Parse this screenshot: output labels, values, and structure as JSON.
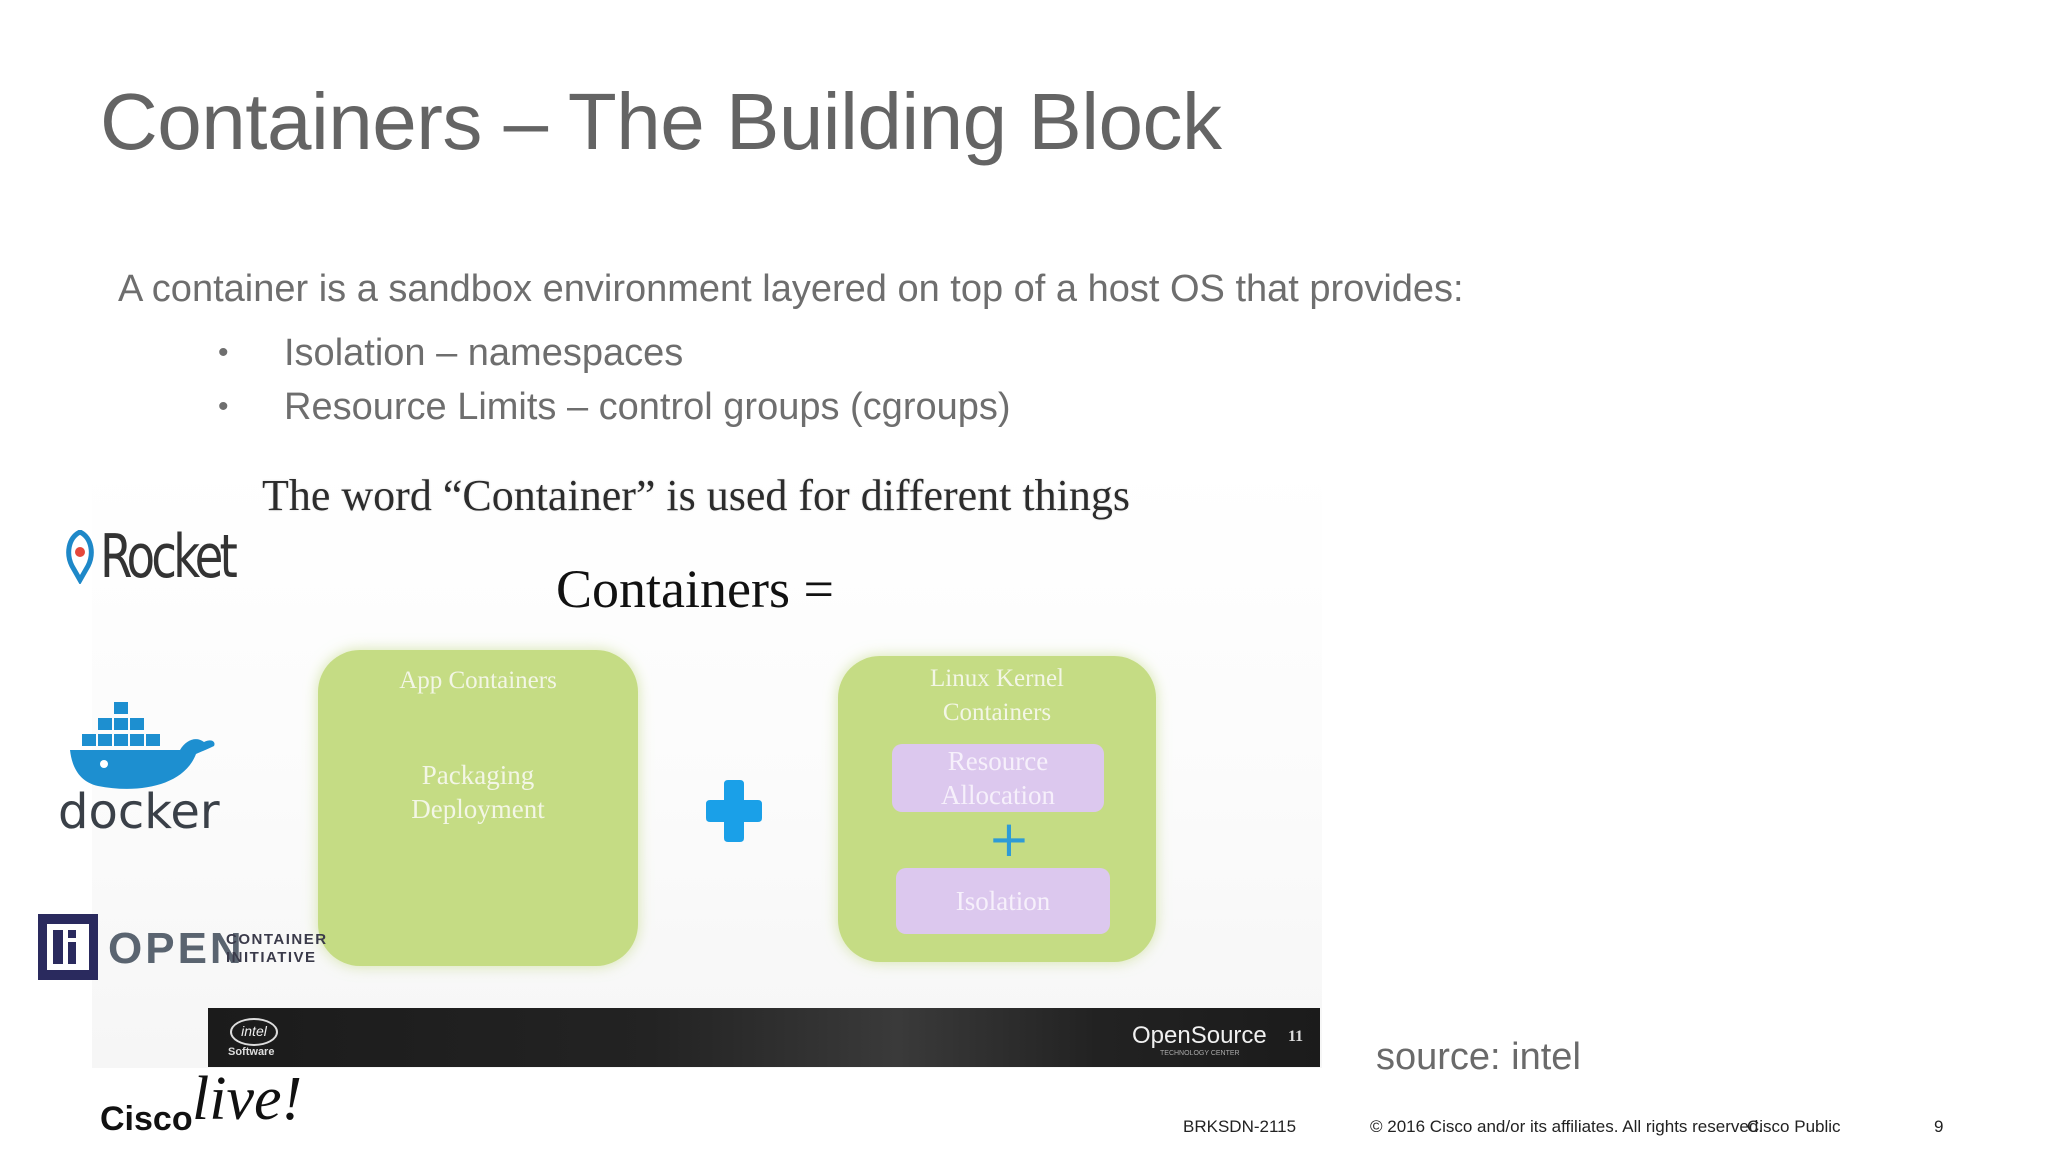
{
  "title": "Containers – The Building Block",
  "intro": "A container is a sandbox environment layered on top of a host OS that provides:",
  "bullets": [
    "Isolation – namespaces",
    "Resource Limits – control groups (cgroups)"
  ],
  "bullet_glyph": "•",
  "embedded_slide": {
    "heading": "The word “Container” is used for different things",
    "equation": "Containers =",
    "app_box": {
      "title": "App Containers",
      "body_line1": "Packaging",
      "body_line2": "Deployment"
    },
    "kernel_box": {
      "title_line1": "Linux Kernel",
      "title_line2": "Containers",
      "resource_line1": "Resource",
      "resource_line2": "Allocation",
      "plus": "+",
      "isolation": "Isolation"
    },
    "footer_bar": {
      "intel_logo": "intel",
      "intel_sub": "Software",
      "opensource_logo": "OpenSource",
      "opensource_sub": "TECHNOLOGY CENTER",
      "page": "11"
    }
  },
  "logos": {
    "rocket": "Rocket",
    "docker": "docker",
    "oci_open": "OPEN",
    "oci_line1": "CONTAINER",
    "oci_line2": "INITIATIVE"
  },
  "source": "source: intel",
  "footer": {
    "brand_cisco": "Cisco",
    "brand_live": "live!",
    "session_code": "BRKSDN-2115",
    "copyright": "© 2016  Cisco and/or its affiliates. All rights reserved.",
    "classification": "Cisco Public",
    "page_number": "9"
  },
  "colors": {
    "title": "#646464",
    "green_box": "#c5dc84",
    "purple_box": "#dcc8ee",
    "accent_blue": "#1aa0e8",
    "oci_navy": "#2a2a5e"
  }
}
